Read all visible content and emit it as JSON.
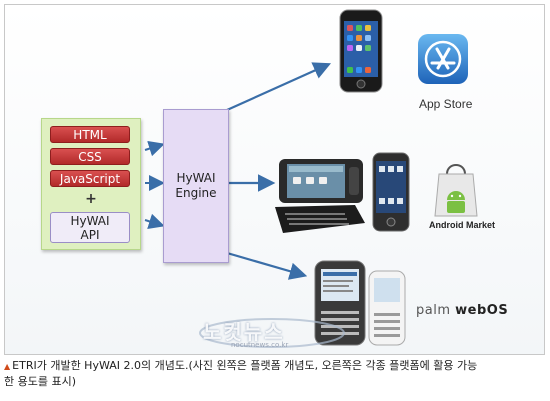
{
  "diagram": {
    "tech_stack": [
      "HTML",
      "CSS",
      "JavaScript"
    ],
    "plus_sign": "+",
    "api_lines": [
      "HyWAI",
      "API"
    ],
    "engine_lines": [
      "HyWAI",
      "Engine"
    ],
    "platforms": {
      "app_store_label": "App Store",
      "android_label": "Android Market",
      "palm_label_prefix": "palm",
      "palm_label_suffix": "webOS"
    },
    "colors": {
      "tech_box": "#c23a3a",
      "left_panel": "#dff0c0",
      "engine_box": "#e6dcf5",
      "arrow": "#3a6ea8"
    }
  },
  "watermark": {
    "text": "노컷뉴스",
    "url": "nocutnews.co.kr"
  },
  "caption": {
    "marker_icon": "triangle-bullet-icon",
    "line1": "ETRI가 개발한 HyWAI 2.0의 개념도.(사진 왼쪽은 플랫폼 개념도, 오른쪽은 각종 플랫폼에 활용 가능",
    "line2": "한 용도를 표시)"
  }
}
